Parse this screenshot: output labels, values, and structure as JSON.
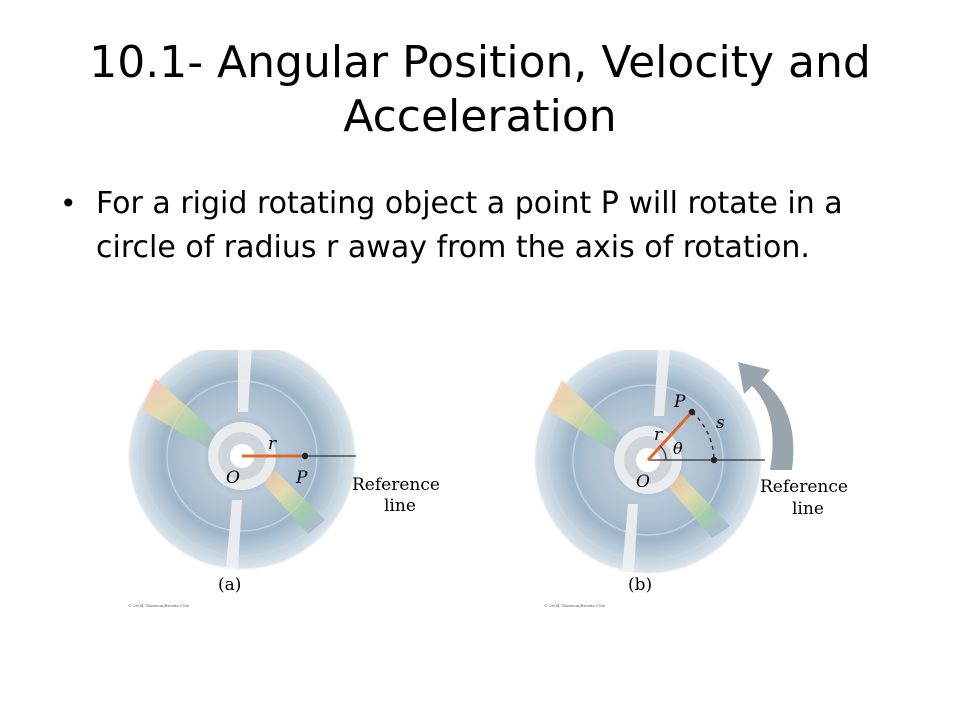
{
  "slide": {
    "title": "10.1- Angular Position, Velocity and Acceleration",
    "bullets": [
      "For a rigid rotating object a point P will rotate in a circle of radius r away from the axis of rotation."
    ]
  },
  "figure_a": {
    "label_r": "r",
    "label_o": "O",
    "label_p": "P",
    "reference_line1": "Reference",
    "reference_line2": "line",
    "caption": "(a)",
    "copyright": "© 2004 Thomson/Brooks Cole"
  },
  "figure_b": {
    "label_p": "P",
    "label_r": "r",
    "label_s": "s",
    "label_theta": "θ",
    "label_o": "O",
    "reference_line1": "Reference",
    "reference_line2": "line",
    "caption": "(b)",
    "copyright": "© 2004 Thomson/Brooks Cole"
  },
  "colors": {
    "disc_outer": "#d7e3ec",
    "disc_mid": "#a9bfd0",
    "radius_line": "#e0672a",
    "arrow": "#9aa4ab"
  }
}
